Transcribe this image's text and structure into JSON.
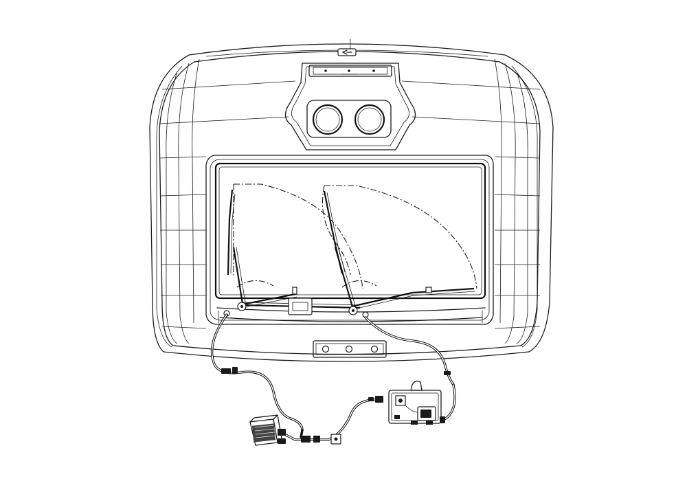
{
  "figure": {
    "subject": "cab-front-windshield-wiper-assembly",
    "wiper_count": 2,
    "lamp_count": 3,
    "roof_light_count": 2
  }
}
